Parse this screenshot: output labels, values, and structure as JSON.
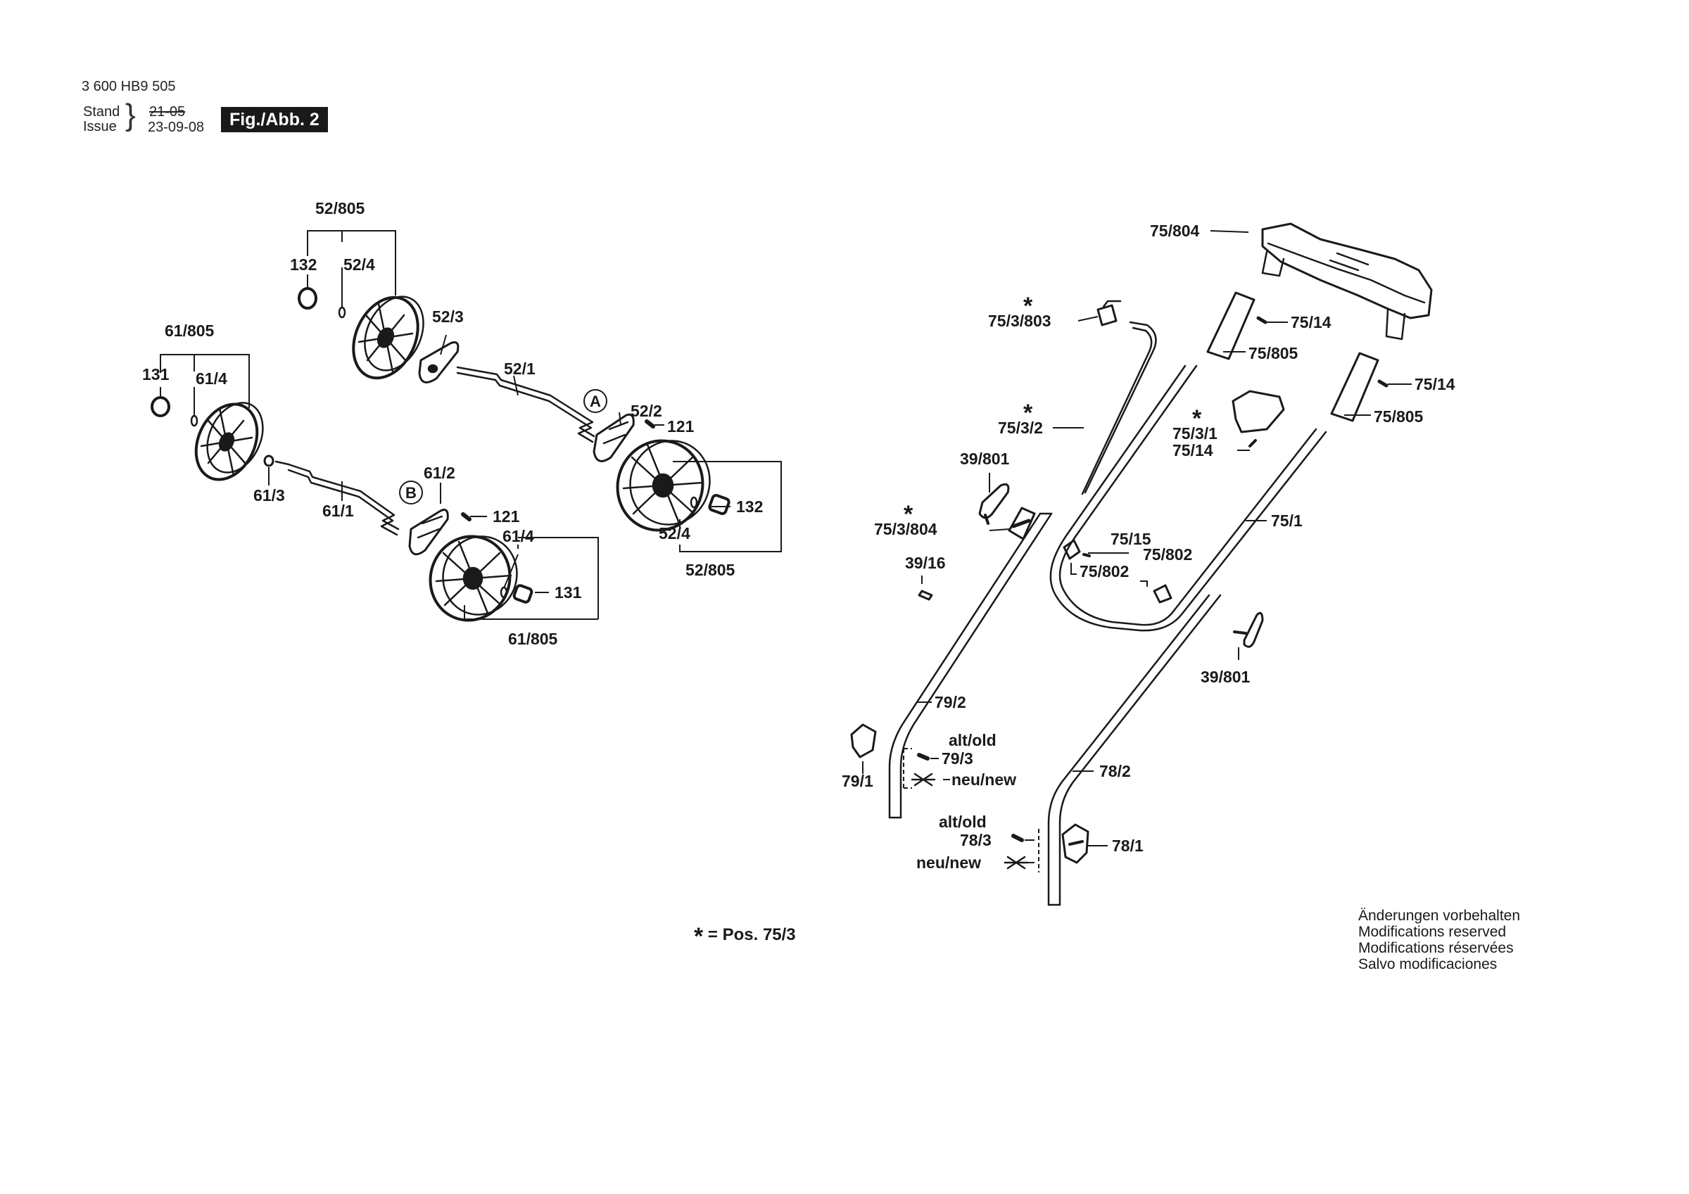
{
  "header": {
    "doc_number": "3 600 HB9 505",
    "stand_label": "Stand",
    "issue_label": "Issue",
    "old_date": "21-05",
    "issue_date": "23-09-08",
    "figure_label": "Fig./Abb. 2"
  },
  "parts": {
    "p52_805_top": "52/805",
    "p132_top": "132",
    "p52_4_top": "52/4",
    "p52_3": "52/3",
    "p52_1": "52/1",
    "callout_a": "A",
    "p52_2": "52/2",
    "p121_a": "121",
    "p132_right": "132",
    "p52_4_bottom": "52/4",
    "p52_805_bottom": "52/805",
    "p61_805_top": "61/805",
    "p131_top": "131",
    "p61_4_top": "61/4",
    "p61_3": "61/3",
    "p61_1": "61/1",
    "callout_b": "B",
    "p61_2": "61/2",
    "p121_b": "121",
    "p61_4_bottom": "61/4",
    "p131_right": "131",
    "p61_805_bottom": "61/805",
    "p75_804": "75/804",
    "p75_3_803": "75/3/803",
    "p75_14_a": "75/14",
    "p75_805_a": "75/805",
    "p75_14_b": "75/14",
    "p75_805_b": "75/805",
    "p75_3_2": "75/3/2",
    "p75_3_1": "75/3/1",
    "p75_14_c": "75/14",
    "p39_801_a": "39/801",
    "p75_3_804": "75/3/804",
    "p75_15": "75/15",
    "p75_802_a": "75/802",
    "p75_802_b": "75/802",
    "p75_1": "75/1",
    "p39_16": "39/16",
    "p39_801_b": "39/801",
    "p79_2": "79/2",
    "alt_old_a": "alt/old",
    "p79_3": "79/3",
    "neu_new_a": "neu/new",
    "p79_1": "79/1",
    "p78_2": "78/2",
    "alt_old_b": "alt/old",
    "p78_3": "78/3",
    "neu_new_b": "neu/new",
    "p78_1": "78/1"
  },
  "stars": {
    "star_1": "*",
    "star_2": "*",
    "star_3": "*",
    "star_4": "*"
  },
  "legend": {
    "star": "*",
    "text": "= Pos. 75/3"
  },
  "notes": [
    "Änderungen vorbehalten",
    "Modifications reserved",
    "Modifications réservées",
    "Salvo modificaciones"
  ]
}
